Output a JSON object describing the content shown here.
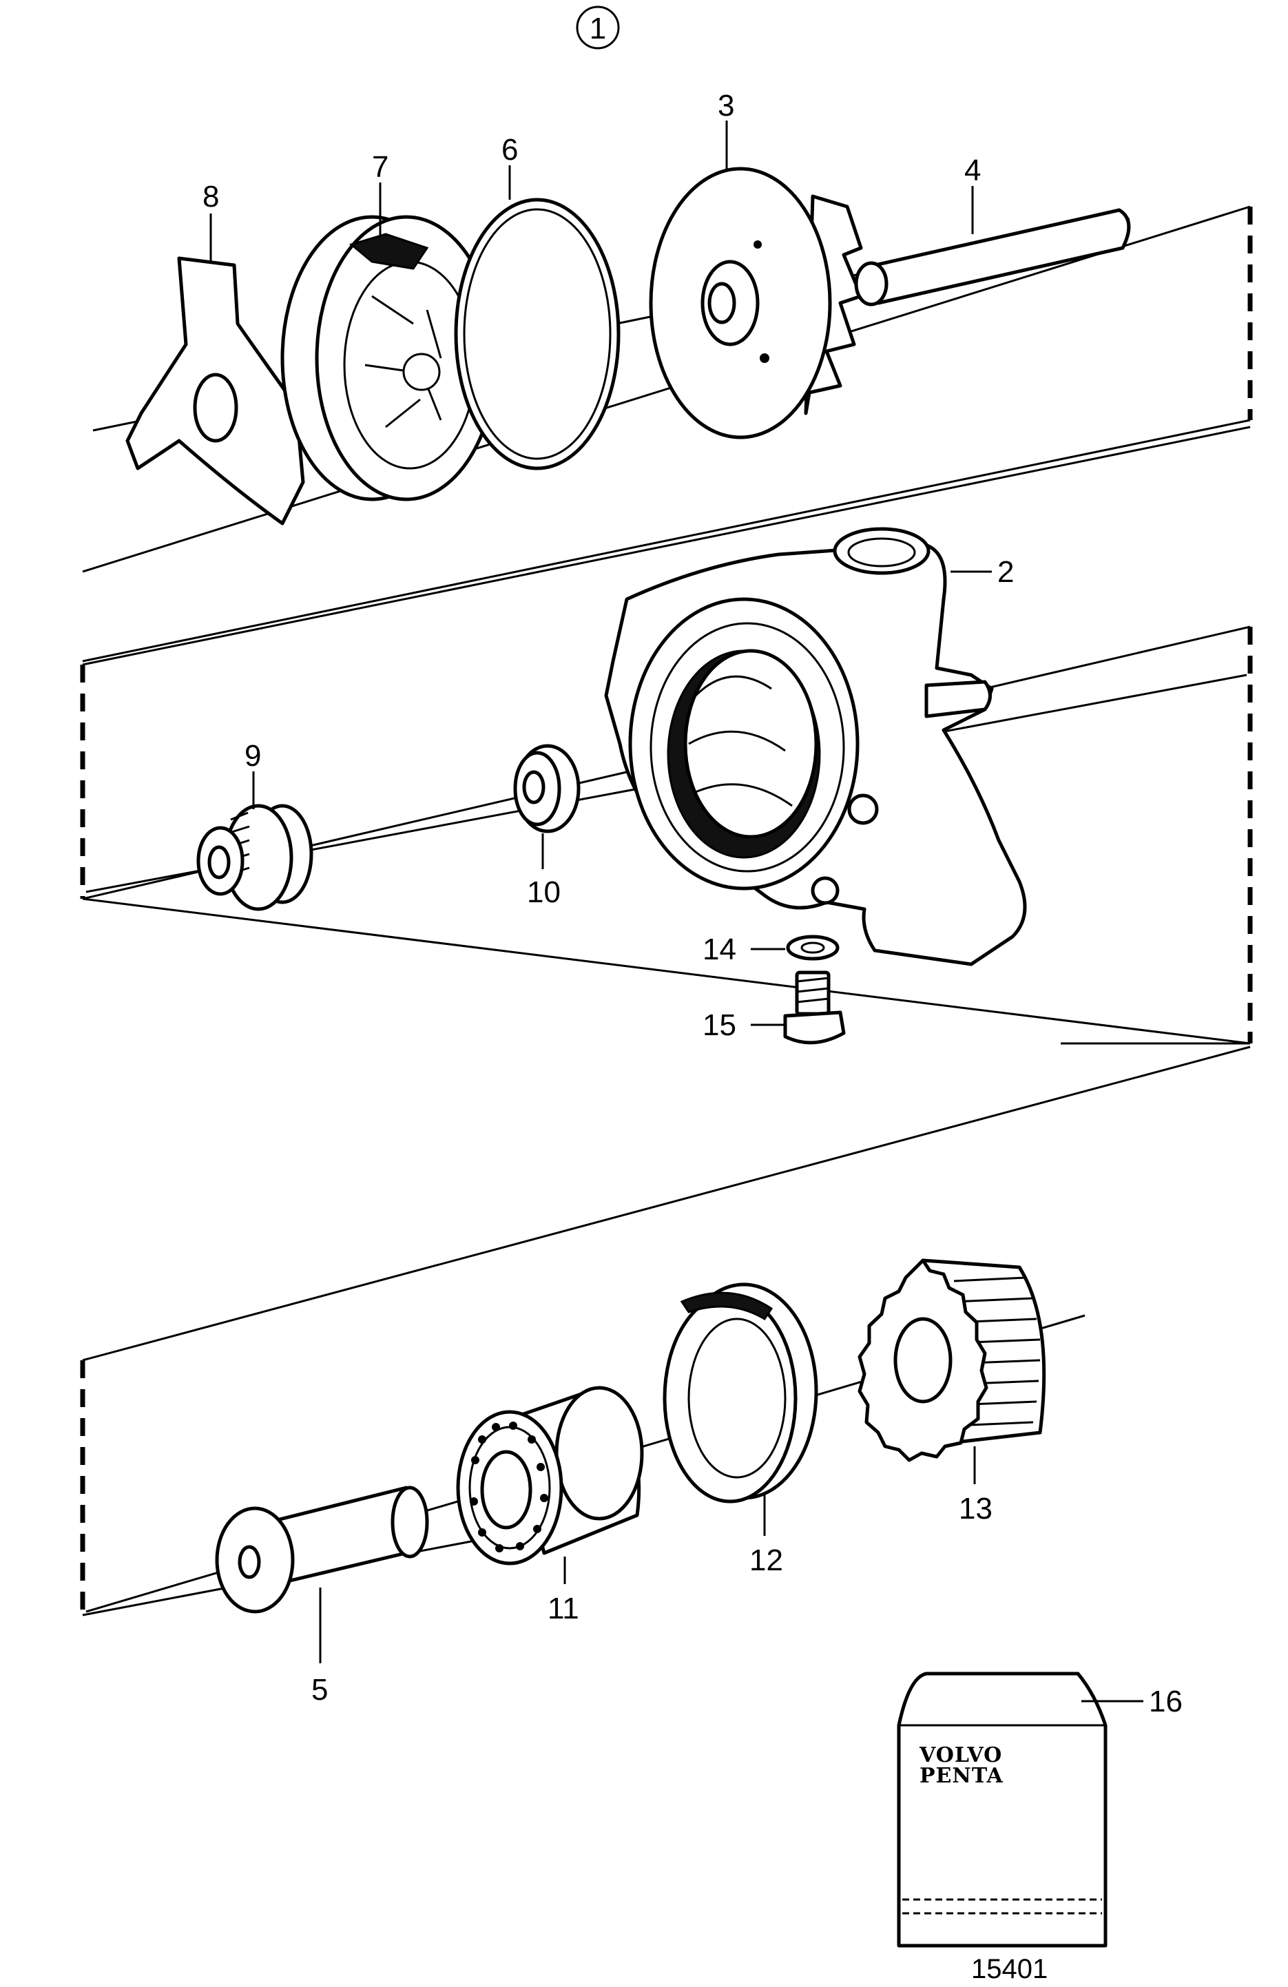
{
  "diagram": {
    "group_number": "1",
    "reference_number": "15401",
    "kit_brand": [
      "VOLVO",
      "PENTA"
    ],
    "callouts": [
      {
        "id": "c1",
        "label": "2"
      },
      {
        "id": "c2",
        "label": "3"
      },
      {
        "id": "c3",
        "label": "4"
      },
      {
        "id": "c4",
        "label": "5"
      },
      {
        "id": "c5",
        "label": "6"
      },
      {
        "id": "c6",
        "label": "7"
      },
      {
        "id": "c7",
        "label": "8"
      },
      {
        "id": "c8",
        "label": "9"
      },
      {
        "id": "c9",
        "label": "10"
      },
      {
        "id": "c10",
        "label": "11"
      },
      {
        "id": "c11",
        "label": "12"
      },
      {
        "id": "c12",
        "label": "13"
      },
      {
        "id": "c13",
        "label": "14"
      },
      {
        "id": "c14",
        "label": "15"
      },
      {
        "id": "c15",
        "label": "16"
      }
    ]
  }
}
